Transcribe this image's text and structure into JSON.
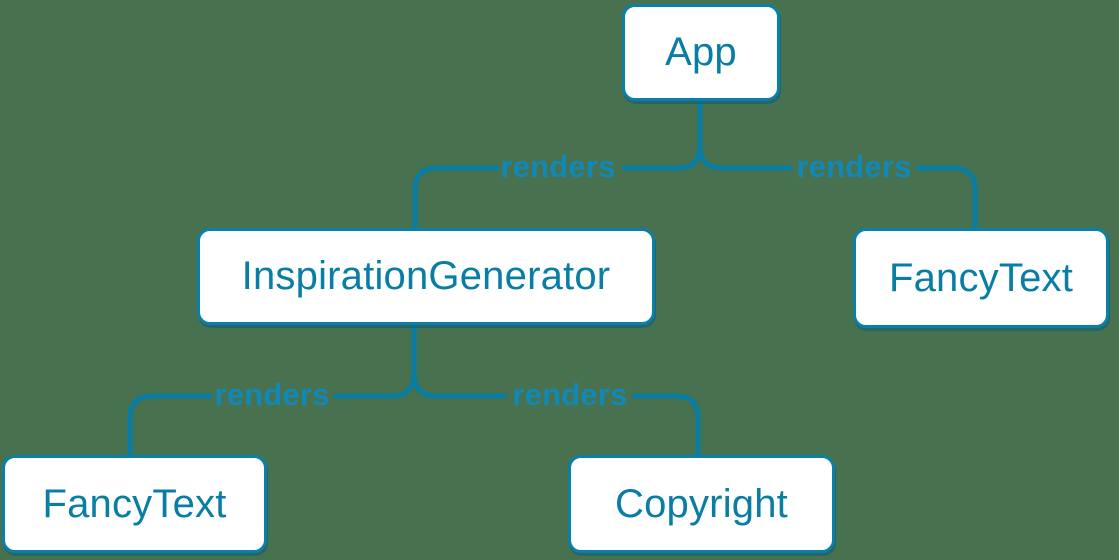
{
  "diagram": {
    "type": "component-render-tree",
    "colors": {
      "background": "#48714F",
      "edge_line": "#087EA4",
      "edge_label": "#1189B8",
      "node_fill": "#FFFFFF",
      "node_border": "#0A80A8",
      "node_text": "#087EA4"
    },
    "nodes": [
      {
        "id": "app",
        "label": "App"
      },
      {
        "id": "inspiration-generator",
        "label": "InspirationGenerator"
      },
      {
        "id": "fancy-text-right",
        "label": "FancyText"
      },
      {
        "id": "fancy-text-left",
        "label": "FancyText"
      },
      {
        "id": "copyright",
        "label": "Copyright"
      }
    ],
    "edges": [
      {
        "from": "App",
        "to": "InspirationGenerator",
        "label": "renders"
      },
      {
        "from": "App",
        "to": "FancyText",
        "label": "renders"
      },
      {
        "from": "InspirationGenerator",
        "to": "FancyText",
        "label": "renders"
      },
      {
        "from": "InspirationGenerator",
        "to": "Copyright",
        "label": "renders"
      }
    ]
  }
}
